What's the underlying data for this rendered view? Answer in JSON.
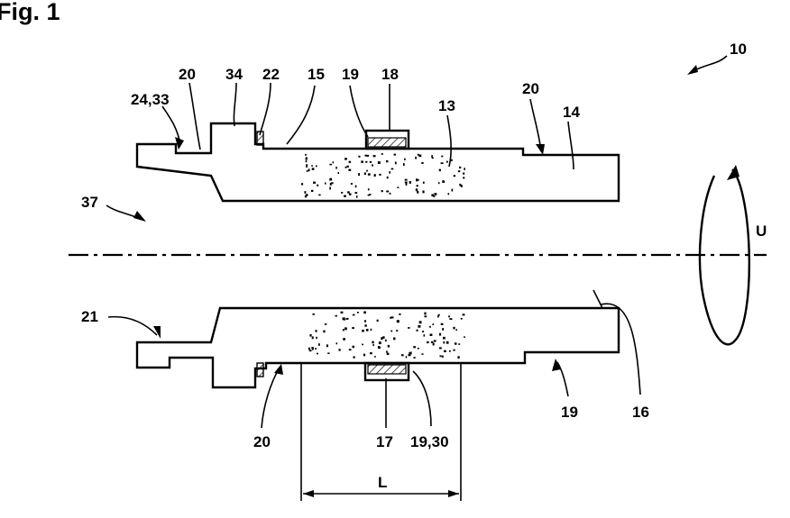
{
  "figure": {
    "title": "Fig. 1",
    "labels": {
      "l10": "10",
      "l24_33": "24,33",
      "l20_top_left": "20",
      "l34": "34",
      "l22": "22",
      "l15": "15",
      "l19_top": "19",
      "l18": "18",
      "l13": "13",
      "l20_top_right": "20",
      "l14": "14",
      "l37": "37",
      "lU": "U",
      "l21": "21",
      "l20_bottom": "20",
      "l17": "17",
      "l19_30": "19,30",
      "l19_bottom": "19",
      "l16": "16",
      "lL": "L"
    }
  }
}
